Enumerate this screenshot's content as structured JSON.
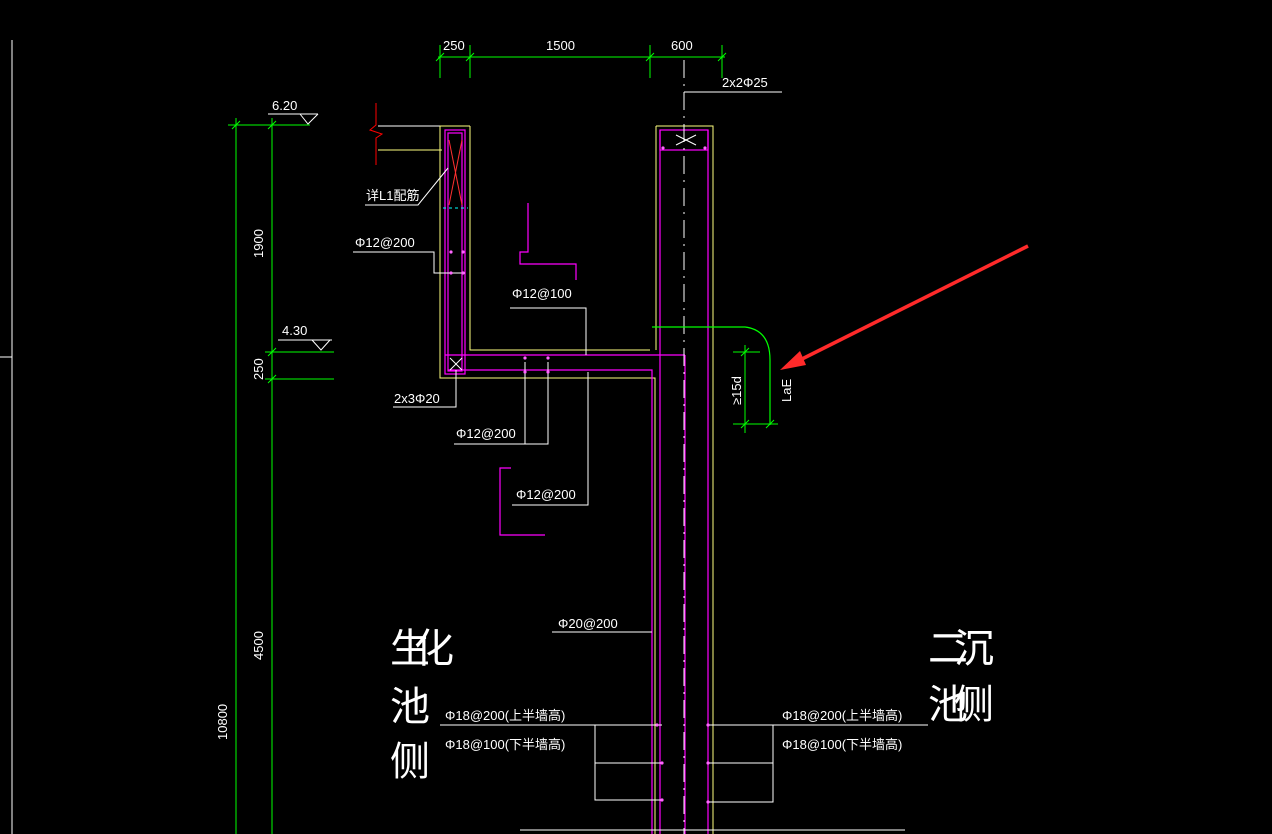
{
  "dimensions": {
    "top_250": "250",
    "top_1500": "1500",
    "top_600": "600",
    "left_1900": "1900",
    "left_250": "250",
    "left_4500": "4500",
    "left_10800": "10800"
  },
  "elevations": {
    "el_620": "6.20",
    "el_430": "4.30"
  },
  "rebar_labels": {
    "top_right_bars": "2x2Φ25",
    "detail_l1": "详L1配筋",
    "phi12_200_upper": "Φ12@200",
    "phi12_100": "Φ12@100",
    "two_by_three": "2x3Φ20",
    "phi12_200_mid": "Φ12@200",
    "phi12_200_low": "Φ12@200",
    "phi20_200": "Φ20@200",
    "left_upper_wall": "Φ18@200(上半墙高)",
    "left_lower_wall": "Φ18@100(下半墙高)",
    "right_upper_wall": "Φ18@200(上半墙高)",
    "right_lower_wall": "Φ18@100(下半墙高)",
    "min_15d": "≥15d",
    "lae": "LaE"
  },
  "side_labels": {
    "left_chars": [
      "生",
      "化",
      "池",
      "侧"
    ],
    "right_chars": [
      "二",
      "沉",
      "池",
      "侧"
    ]
  },
  "colors": {
    "background": "#000000",
    "dim_line": "#00ff00",
    "leader": "#ffffff",
    "rebar": "#ff00ff",
    "concrete": "#ffff80",
    "arrow": "#ff2a2a",
    "break_line": "#ff0000"
  }
}
